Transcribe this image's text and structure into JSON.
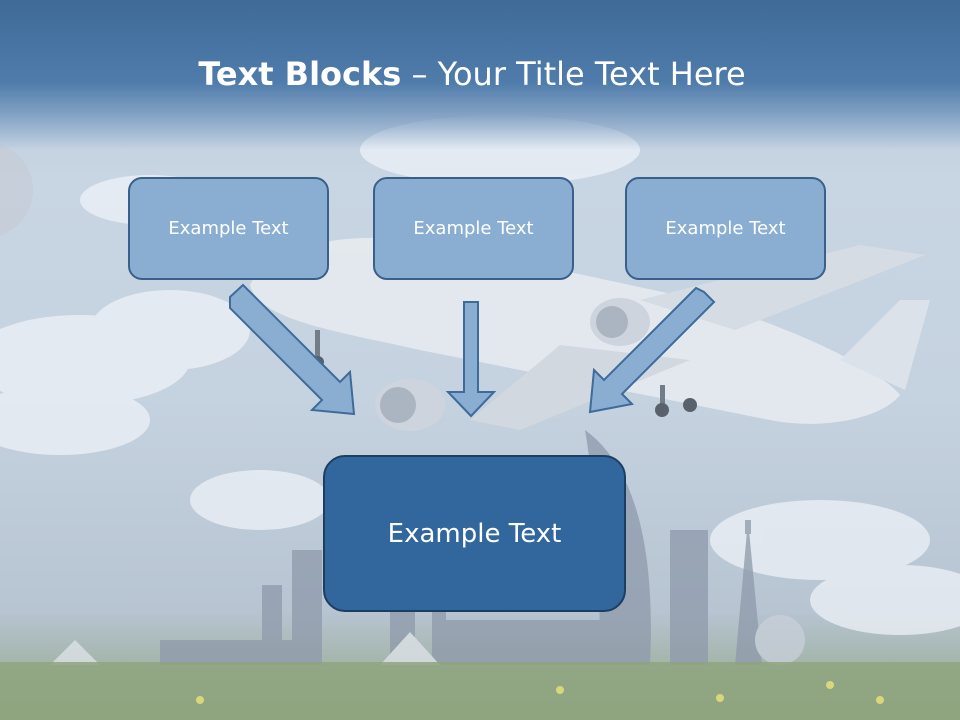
{
  "title": {
    "bold": "Text Blocks",
    "rest": " – Your Title Text Here"
  },
  "blocks": [
    {
      "label": "Example Text"
    },
    {
      "label": "Example Text"
    },
    {
      "label": "Example Text"
    }
  ],
  "main_block": {
    "label": "Example Text"
  },
  "colors": {
    "title_band": "#4f7cab",
    "small_box": "#8aaed2",
    "main_box": "#32679d",
    "arrow": "#8aaed2",
    "box_border": "#3a5f8a"
  },
  "icons": [
    "airplane-icon",
    "skyline-icon",
    "arrow-down-right-icon",
    "arrow-down-icon",
    "arrow-down-left-icon"
  ]
}
